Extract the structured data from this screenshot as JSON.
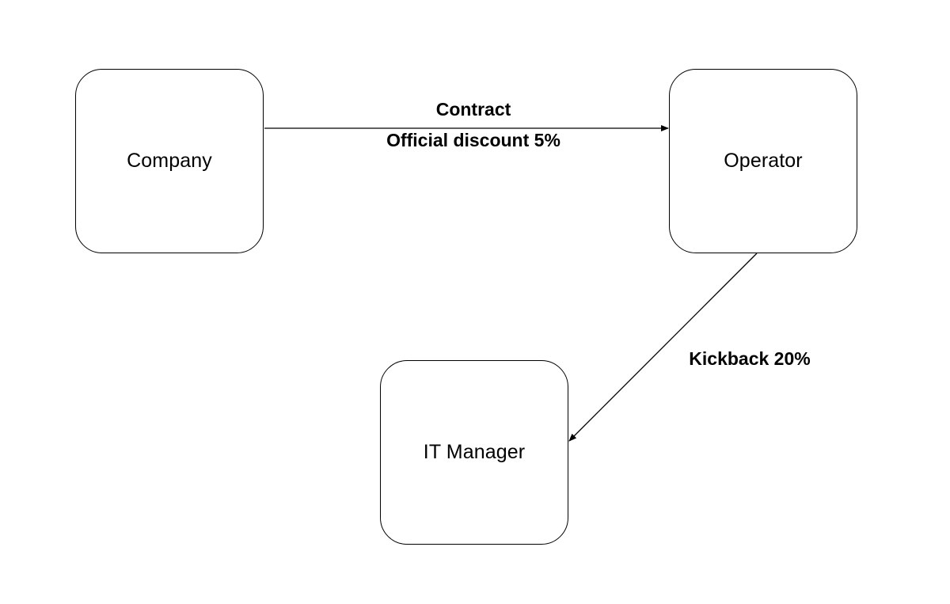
{
  "nodes": {
    "company": "Company",
    "operator": "Operator",
    "it_manager": "IT Manager"
  },
  "edges": {
    "company_to_operator": {
      "label_top": "Contract",
      "label_bottom": "Official discount 5%"
    },
    "operator_to_it_manager": {
      "label": "Kickback 20%"
    }
  },
  "colors": {
    "stroke": "#000000",
    "background": "#ffffff"
  }
}
